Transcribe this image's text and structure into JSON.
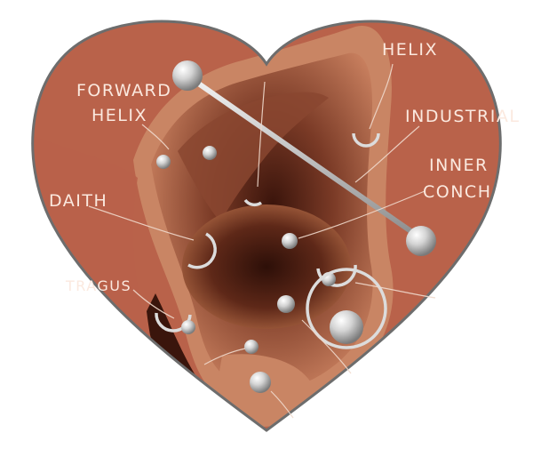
{
  "diagram": {
    "labels": {
      "helix": "HELIX",
      "forward_helix_1": "FORWARD",
      "forward_helix_2": "HELIX",
      "industrial": "INDUSTRIAL",
      "inner_conch_1": "INNER",
      "inner_conch_2": "CONCH",
      "daith": "DAITH",
      "tragus": "TRAGUS"
    },
    "colors": {
      "background": "#b9624a",
      "heart_border": "#6d6d6d",
      "skin_light": "#d6926f",
      "skin_dark": "#4a1d12",
      "label_text": "#fbe9df",
      "metal": "#d9d9d9"
    }
  }
}
